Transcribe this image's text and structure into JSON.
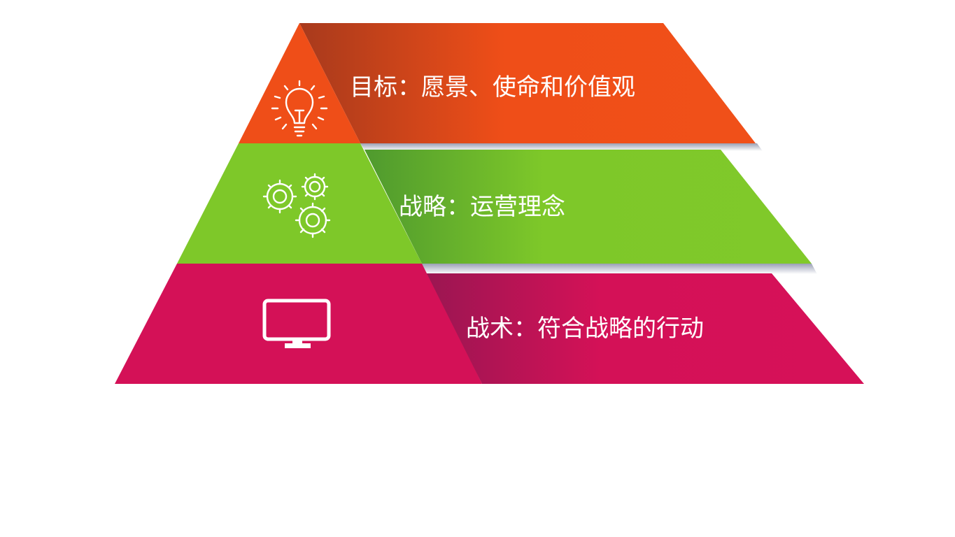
{
  "pyramid": {
    "tiers": [
      {
        "label": "目标：愿景、使命和价值观",
        "icon": "lightbulb-icon",
        "color": "#ef4e18",
        "dark_color": "#a83a1c"
      },
      {
        "label": "战略：运营理念",
        "icon": "gears-icon",
        "color": "#7ec829",
        "dark_color": "#4f9a2e"
      },
      {
        "label": "战术：符合战略的行动",
        "icon": "monitor-icon",
        "color": "#d41157",
        "dark_color": "#9a1652"
      }
    ]
  }
}
